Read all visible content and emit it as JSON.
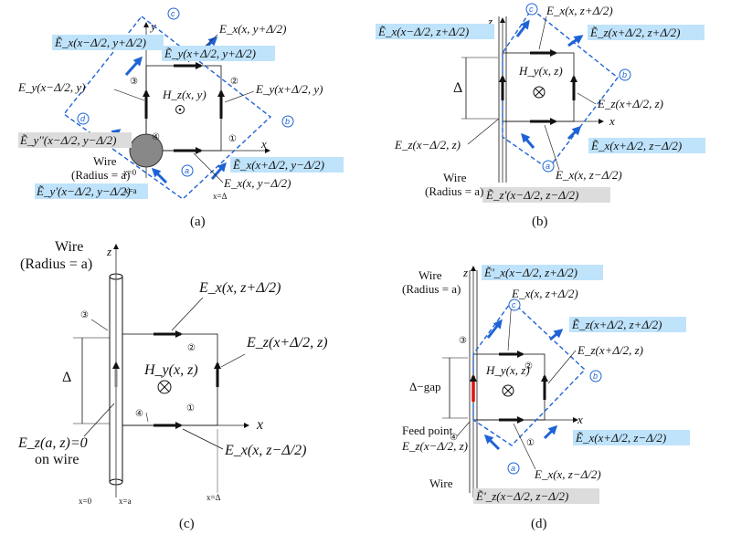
{
  "colors": {
    "blue": "#1e63d6",
    "red": "#e01010",
    "highlight": "#bfe3fb",
    "gray": "#8a8a8a"
  },
  "panel_a": {
    "caption": "(a)",
    "axis_x": "x",
    "axis_y": "y",
    "hz": "H_z(x, y)",
    "ex_top": "E_x(x, y+Δ/2)",
    "ex_bot": "E_x(x, y−Δ/2)",
    "ey_left": "E_y(x−Δ/2, y)",
    "ey_right": "E_y(x+Δ/2, y)",
    "tex_top": "Ẽ_x(x−Δ/2, y+Δ/2)",
    "tey_top": "Ẽ_y(x+Δ/2, y+Δ/2)",
    "tex_bot": "Ẽ_x(x+Δ/2, y−Δ/2)",
    "tey_pp": "Ẽ_y''(x−Δ/2, y−Δ/2)",
    "tey_p": "Ẽ_y'(x−Δ/2, y−Δ/2)",
    "wire": "Wire",
    "radius": "(Radius = a)",
    "x0": "x=0",
    "xa": "x=a",
    "xd": "x=Δ",
    "n1": "①",
    "n2": "②",
    "n3": "③",
    "n4": "④",
    "c_a": "a",
    "c_b": "b",
    "c_c": "c",
    "c_d": "d"
  },
  "panel_b": {
    "caption": "(b)",
    "axis_x": "x",
    "axis_z": "z",
    "hy": "H_y(x, z)",
    "delta": "Δ",
    "ex_top": "E_x(x, z+Δ/2)",
    "ex_bot": "E_x(x, z−Δ/2)",
    "ez_left": "E_z(x−Δ/2, z)",
    "ez_right": "E_z(x+Δ/2, z)",
    "tex_top": "Ẽ_x(x−Δ/2, z+Δ/2)",
    "tez_top": "Ẽ_z(x+Δ/2, z+Δ/2)",
    "tex_bot": "Ẽ_x(x+Δ/2, z−Δ/2)",
    "tez_p": "Ẽ_z'(x−Δ/2, z−Δ/2)",
    "wire": "Wire",
    "radius": "(Radius = a)",
    "c_a": "a",
    "c_b": "b",
    "c_c": "c"
  },
  "panel_c": {
    "caption": "(c)",
    "wire": "Wire",
    "radius": "(Radius = a)",
    "axis_z": "z",
    "axis_x": "x",
    "hy": "H_y(x, z)",
    "delta": "Δ",
    "ex_top": "E_x(x, z+Δ/2)",
    "ex_bot": "E_x(x, z−Δ/2)",
    "ez_right": "E_z(x+Δ/2, z)",
    "ez_wire": "E_z(a, z)=0",
    "on_wire": "on wire",
    "x0": "x=0",
    "xa": "x=a",
    "xd": "x=Δ"
  },
  "panel_d": {
    "caption": "(d)",
    "wire_top": "Wire",
    "radius": "(Radius = a)",
    "axis_z": "z",
    "axis_x": "x",
    "hy": "H_y(x, z)",
    "gap": "Δ−gap",
    "feed": "Feed point",
    "ez_left": "E_z(x−Δ/2, z)",
    "ex_top": "E_x(x, z+Δ/2)",
    "ex_bot": "E_x(x, z−Δ/2)",
    "ez_right": "E_z(x+Δ/2, z)",
    "tex_top": "Ẽ'_x(x−Δ/2, z+Δ/2)",
    "tez_top": "Ẽ_z(x+Δ/2, z+Δ/2)",
    "tex_bot": "Ẽ_x(x+Δ/2, z−Δ/2)",
    "tez_p": "Ẽ'_z(x−Δ/2, z−Δ/2)",
    "wire_bot": "Wire",
    "c_a": "a",
    "c_b": "b",
    "c_c": "c"
  }
}
